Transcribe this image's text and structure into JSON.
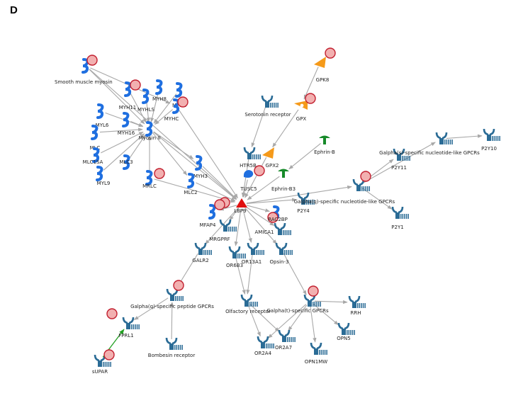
{
  "panel_letter": "D",
  "colors": {
    "myosin": "#1f6fe0",
    "receptor": "#2b6c96",
    "enzyme_orange": "#f59a1a",
    "ligand_green": "#178a2a",
    "hub_red": "#e01010",
    "target_ring": "#c21f2f",
    "target_fill": "#f2b0b0",
    "edge": "#a8a8a8",
    "edge_green": "#22a022"
  },
  "nodes": [
    {
      "id": "smooth_muscle_myosin",
      "label": "Smooth muscle myosin",
      "shape": "myosin",
      "target": true
    },
    {
      "id": "myh11",
      "label": "MYH11",
      "shape": "myosin",
      "target": true
    },
    {
      "id": "myhls",
      "label": "MYHLS",
      "shape": "myosin",
      "target": false
    },
    {
      "id": "myh8",
      "label": "MYH8",
      "shape": "myosin",
      "target": false
    },
    {
      "id": "myh1",
      "label": "MYH1",
      "shape": "myosin",
      "target": false
    },
    {
      "id": "myhc",
      "label": "MYHC",
      "shape": "myosin",
      "target": true
    },
    {
      "id": "myl6",
      "label": "MYL6",
      "shape": "myosin",
      "target": false
    },
    {
      "id": "myh16",
      "label": "MYH16",
      "shape": "myosin",
      "target": false
    },
    {
      "id": "mlc",
      "label": "MLC",
      "shape": "myosin",
      "target": false
    },
    {
      "id": "myosin_ii",
      "label": "Myosin II",
      "shape": "myosin",
      "target": false
    },
    {
      "id": "mlc1sa",
      "label": "MLC1SA",
      "shape": "myosin",
      "target": false
    },
    {
      "id": "mlc3",
      "label": "MLC3",
      "shape": "myosin",
      "target": false
    },
    {
      "id": "myl9",
      "label": "MYL9",
      "shape": "myosin",
      "target": false
    },
    {
      "id": "mrlc",
      "label": "MRLC",
      "shape": "myosin",
      "target": true
    },
    {
      "id": "myh3",
      "label": "MYH3",
      "shape": "myosin",
      "target": false
    },
    {
      "id": "mlc2",
      "label": "MLC2",
      "shape": "myosin",
      "target": false
    },
    {
      "id": "gpk8",
      "label": "GPK8",
      "shape": "enzyme",
      "target": true
    },
    {
      "id": "gpx",
      "label": "GPX",
      "shape": "enzyme2",
      "target": true
    },
    {
      "id": "gpx2",
      "label": "GPX2",
      "shape": "enzyme",
      "target": false
    },
    {
      "id": "serotonin_receptor",
      "label": "Serotonin receptor",
      "shape": "receptor",
      "target": false
    },
    {
      "id": "htr5b",
      "label": "HTR5B",
      "shape": "receptor",
      "target": false
    },
    {
      "id": "ephrin_b",
      "label": "Ephrin-B",
      "shape": "ligand",
      "target": false
    },
    {
      "id": "ephrin_b3",
      "label": "Ephrin-B3",
      "shape": "ligand",
      "target": false
    },
    {
      "id": "tusc5",
      "label": "TUSC5",
      "shape": "blue_blob",
      "target": true
    },
    {
      "id": "lbp9",
      "label": "LBP9",
      "shape": "hub",
      "target": true
    },
    {
      "id": "mfap4",
      "label": "MFAP4",
      "shape": "myosin",
      "target": true
    },
    {
      "id": "rac2bp",
      "label": "RAC2BP",
      "shape": "myosin",
      "target": true
    },
    {
      "id": "amica1",
      "label": "AMICA1",
      "shape": "receptor",
      "target": false
    },
    {
      "id": "mrgprf",
      "label": "MRGPRF",
      "shape": "receptor",
      "target": false
    },
    {
      "id": "or6b3",
      "label": "OR6B3",
      "shape": "receptor",
      "target": false
    },
    {
      "id": "or13a1",
      "label": "OR13A1",
      "shape": "receptor",
      "target": false
    },
    {
      "id": "opsin3",
      "label": "Opsin-3",
      "shape": "receptor",
      "target": false
    },
    {
      "id": "galr2",
      "label": "GALR2",
      "shape": "receptor",
      "target": false
    },
    {
      "id": "gpeptide",
      "label": "Galpha(q)-specific peptide GPCRs",
      "shape": "receptor",
      "target": true
    },
    {
      "id": "fprl1",
      "label": "FPRL1",
      "shape": "receptor",
      "target": true
    },
    {
      "id": "supar",
      "label": "sUPAR",
      "shape": "receptor",
      "target": true
    },
    {
      "id": "bombesin",
      "label": "Bombesin receptor",
      "shape": "receptor",
      "target": false
    },
    {
      "id": "olfactory",
      "label": "Olfactory receptor",
      "shape": "receptor",
      "target": false
    },
    {
      "id": "galphat",
      "label": "Galpha(t)-specific GPCRs",
      "shape": "receptor",
      "target": true
    },
    {
      "id": "rrh",
      "label": "RRH",
      "shape": "receptor",
      "target": false
    },
    {
      "id": "opn5",
      "label": "OPN5",
      "shape": "receptor",
      "target": false
    },
    {
      "id": "or2a4",
      "label": "OR2A4",
      "shape": "receptor",
      "target": false
    },
    {
      "id": "or2a7",
      "label": "OR2A7",
      "shape": "receptor",
      "target": false
    },
    {
      "id": "opn1mw",
      "label": "OPN1MW",
      "shape": "receptor",
      "target": false
    },
    {
      "id": "p2y4",
      "label": "P2Y4",
      "shape": "receptor",
      "target": false
    },
    {
      "id": "gnucleotide",
      "label": "Galpha(q)-specific nucleotide-like GPCRs",
      "shape": "receptor",
      "target": true
    },
    {
      "id": "p2y1",
      "label": "P2Y1",
      "shape": "receptor",
      "target": false
    },
    {
      "id": "p2y11",
      "label": "P2Y11",
      "shape": "receptor",
      "target": false
    },
    {
      "id": "gsnucleotide",
      "label": "Galpha(s)-specific nucleotide-like GPCRs",
      "shape": "receptor",
      "target": false
    },
    {
      "id": "p2y10",
      "label": "P2Y10",
      "shape": "receptor",
      "target": false
    }
  ],
  "edges": [
    [
      "smooth_muscle_myosin",
      "myosin_ii"
    ],
    [
      "smooth_muscle_myosin",
      "myhc"
    ],
    [
      "smooth_muscle_myosin",
      "lbp9"
    ],
    [
      "myh11",
      "myosin_ii"
    ],
    [
      "myhls",
      "myosin_ii"
    ],
    [
      "myh8",
      "myosin_ii"
    ],
    [
      "myh1",
      "myosin_ii"
    ],
    [
      "myhc",
      "myosin_ii"
    ],
    [
      "myl6",
      "myosin_ii"
    ],
    [
      "myh16",
      "myosin_ii"
    ],
    [
      "mlc",
      "myosin_ii"
    ],
    [
      "mlc1sa",
      "myosin_ii"
    ],
    [
      "mlc3",
      "myosin_ii"
    ],
    [
      "myl9",
      "myosin_ii"
    ],
    [
      "mrlc",
      "myosin_ii"
    ],
    [
      "myosin_ii",
      "myh3"
    ],
    [
      "myosin_ii",
      "mlc2"
    ],
    [
      "myosin_ii",
      "lbp9"
    ],
    [
      "myhc",
      "lbp9"
    ],
    [
      "myh3",
      "lbp9"
    ],
    [
      "mlc2",
      "lbp9"
    ],
    [
      "mrlc",
      "lbp9"
    ],
    [
      "gpk8",
      "gpx"
    ],
    [
      "gpx",
      "gpx2"
    ],
    [
      "gpx2",
      "lbp9"
    ],
    [
      "serotonin_receptor",
      "htr5b"
    ],
    [
      "htr5b",
      "lbp9"
    ],
    [
      "ephrin_b",
      "ephrin_b3"
    ],
    [
      "ephrin_b3",
      "lbp9"
    ],
    [
      "tusc5",
      "lbp9"
    ],
    [
      "lbp9",
      "mfap4"
    ],
    [
      "lbp9",
      "rac2bp"
    ],
    [
      "lbp9",
      "amica1"
    ],
    [
      "lbp9",
      "mrgprf"
    ],
    [
      "lbp9",
      "or6b3"
    ],
    [
      "lbp9",
      "or13a1"
    ],
    [
      "lbp9",
      "opsin3"
    ],
    [
      "lbp9",
      "galr2"
    ],
    [
      "lbp9",
      "p2y4"
    ],
    [
      "lbp9",
      "gnucleotide"
    ],
    [
      "galr2",
      "gpeptide"
    ],
    [
      "gpeptide",
      "fprl1"
    ],
    [
      "bombesin",
      "gpeptide"
    ],
    [
      "or6b3",
      "olfactory"
    ],
    [
      "or13a1",
      "olfactory"
    ],
    [
      "opsin3",
      "galphat"
    ],
    [
      "olfactory",
      "or2a4"
    ],
    [
      "olfactory",
      "or2a7"
    ],
    [
      "galphat",
      "or2a4"
    ],
    [
      "galphat",
      "or2a7"
    ],
    [
      "galphat",
      "opn1mw"
    ],
    [
      "galphat",
      "rrh"
    ],
    [
      "galphat",
      "opn5"
    ],
    [
      "gnucleotide",
      "p2y1"
    ],
    [
      "gnucleotide",
      "p2y11"
    ],
    [
      "gnucleotide",
      "gsnucleotide"
    ],
    [
      "gsnucleotide",
      "p2y10"
    ]
  ],
  "green_edges": [
    [
      "supar",
      "fprl1"
    ]
  ]
}
